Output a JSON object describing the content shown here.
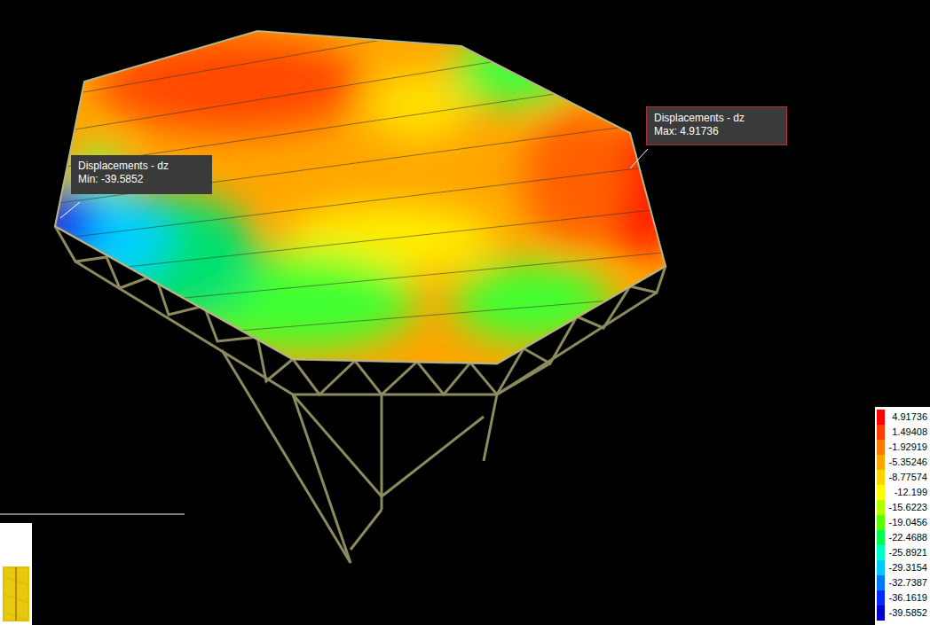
{
  "diagram": {
    "nodes": [
      {
        "text": [
          "Displacements - dz",
          "Min: -39.5852"
        ]
      },
      {
        "text": [
          "Displacements - dz",
          "Max: 4.91736"
        ]
      }
    ],
    "legend": [
      {
        "text": "4.91736",
        "color": "#ff0000"
      },
      {
        "text": "1.49408",
        "color": "#ff3c00"
      },
      {
        "text": "-1.92919",
        "color": "#ff7800"
      },
      {
        "text": "-5.35246",
        "color": "#ffa500"
      },
      {
        "text": "-8.77574",
        "color": "#ffd200"
      },
      {
        "text": "-12.199",
        "color": "#ffff00"
      },
      {
        "text": "-15.6223",
        "color": "#b4ff00"
      },
      {
        "text": "-19.0456",
        "color": "#5aff00"
      },
      {
        "text": "-22.4688",
        "color": "#00ff50"
      },
      {
        "text": "-25.8921",
        "color": "#00ffc8"
      },
      {
        "text": "-29.3154",
        "color": "#00c8ff"
      },
      {
        "text": "-32.7387",
        "color": "#0078ff"
      },
      {
        "text": "-36.1619",
        "color": "#0028ff"
      },
      {
        "text": "-39.5852",
        "color": "#0000c8"
      }
    ]
  }
}
